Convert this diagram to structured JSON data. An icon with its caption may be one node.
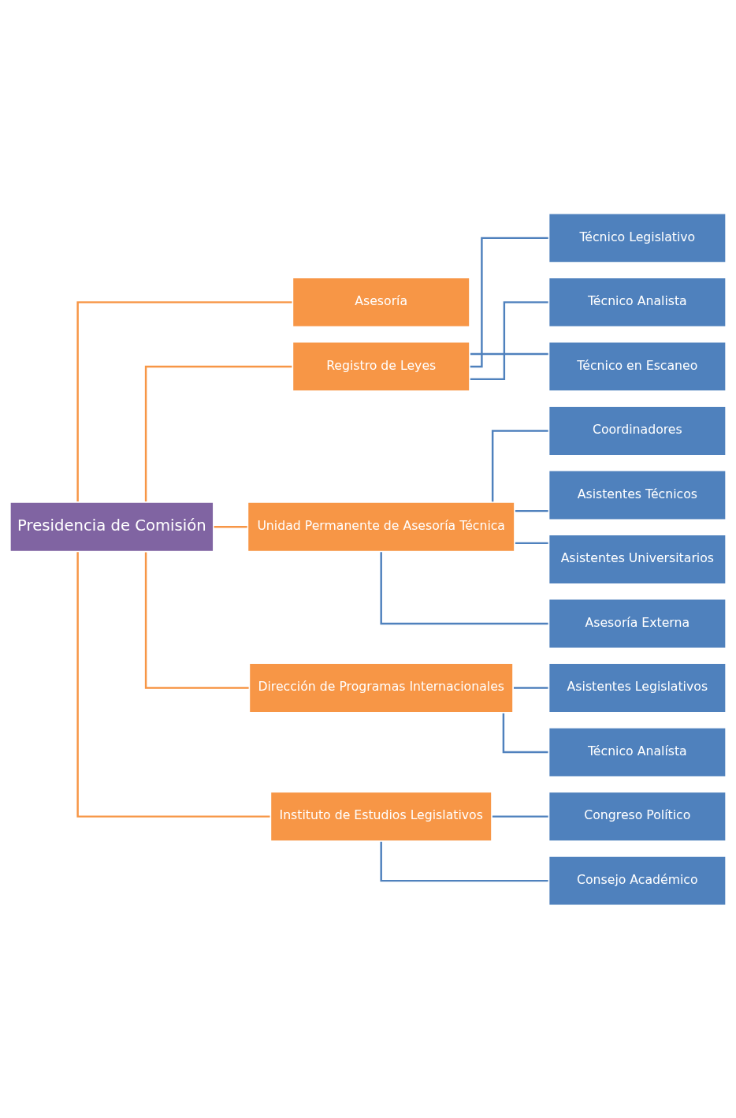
{
  "diagram": {
    "nodes": [
      {
        "text": [
          "Presidencia de Comisión"
        ]
      },
      {
        "text": [
          "Asesoría"
        ]
      },
      {
        "text": [
          "Registro de Leyes"
        ]
      },
      {
        "text": [
          "Unidad Permanente de Asesoría Técnica"
        ]
      },
      {
        "text": [
          "Dirección de Programas Internacionales"
        ]
      },
      {
        "text": [
          "Instituto de Estudios Legislativos"
        ]
      },
      {
        "text": [
          "Técnico Legislativo"
        ]
      },
      {
        "text": [
          "Técnico Analista"
        ]
      },
      {
        "text": [
          "Técnico en Escaneo"
        ]
      },
      {
        "text": [
          "Coordinadores"
        ]
      },
      {
        "text": [
          "Asistentes Técnicos"
        ]
      },
      {
        "text": [
          "Asistentes Universitarios"
        ]
      },
      {
        "text": [
          "Asesoría Externa"
        ]
      },
      {
        "text": [
          "Asistentes Legislativos"
        ]
      },
      {
        "text": [
          "Técnico Analísta"
        ]
      },
      {
        "text": [
          "Congreso Político"
        ]
      },
      {
        "text": [
          "Consejo Académico"
        ]
      }
    ],
    "edges": [
      {
        "from": 0,
        "to": 1,
        "arrow": "none",
        "color": "#f79646"
      },
      {
        "from": 0,
        "to": 2,
        "arrow": "none",
        "color": "#f79646"
      },
      {
        "from": 0,
        "to": 3,
        "arrow": "none",
        "color": "#f79646"
      },
      {
        "from": 0,
        "to": 4,
        "arrow": "none",
        "color": "#f79646"
      },
      {
        "from": 0,
        "to": 5,
        "arrow": "none",
        "color": "#f79646"
      },
      {
        "from": 2,
        "to": 6,
        "arrow": "none"
      },
      {
        "from": 2,
        "to": 7,
        "arrow": "none"
      },
      {
        "from": 2,
        "to": 8,
        "arrow": "none"
      },
      {
        "from": 3,
        "to": 9,
        "arrow": "none"
      },
      {
        "from": 3,
        "to": 10,
        "arrow": "none"
      },
      {
        "from": 3,
        "to": 11,
        "arrow": "none"
      },
      {
        "from": 3,
        "to": 12,
        "arrow": "none"
      },
      {
        "from": 4,
        "to": 13,
        "arrow": "none"
      },
      {
        "from": 4,
        "to": 14,
        "arrow": "none"
      },
      {
        "from": 5,
        "to": 15,
        "arrow": "none"
      },
      {
        "from": 5,
        "to": 16,
        "arrow": "none"
      }
    ]
  }
}
